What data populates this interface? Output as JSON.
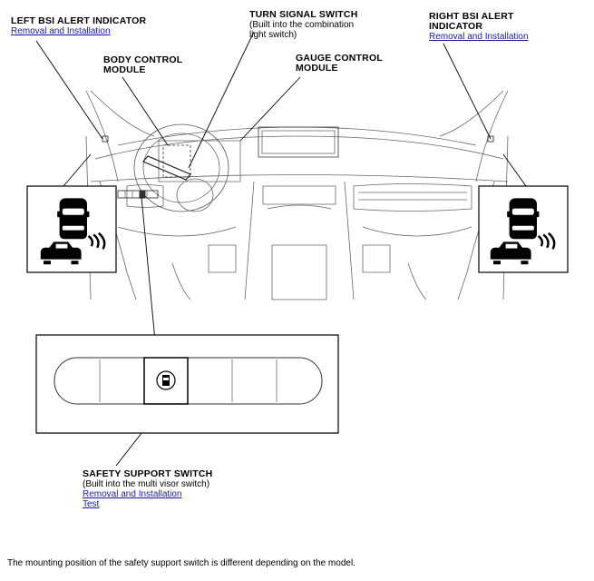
{
  "left_bsi": {
    "title": "LEFT BSI ALERT INDICATOR",
    "link": "Removal and Installation"
  },
  "turn_signal": {
    "title": "TURN SIGNAL SWITCH",
    "sub1": "(Built into the combination",
    "sub2": "light switch)"
  },
  "right_bsi": {
    "title1": "RIGHT BSI ALERT",
    "title2": "INDICATOR",
    "link": "Removal and Installation"
  },
  "body_control": {
    "title1": "BODY CONTROL",
    "title2": "MODULE"
  },
  "gauge_control": {
    "title1": "GAUGE CONTROL",
    "title2": "MODULE"
  },
  "safety_switch": {
    "title": "SAFETY SUPPORT SWITCH",
    "sub": "(Built into the multi visor switch)",
    "link1": "Removal and Installation",
    "link2": "Test"
  },
  "footnote": "The mounting position of the safety support switch is different depending on the model.",
  "colors": {
    "link": "#1a1aa6",
    "line": "#000000",
    "sketch": "#555555"
  },
  "icons": [
    "car-alert-icon",
    "car-alert-icon",
    "safety-support-switch-icon"
  ]
}
